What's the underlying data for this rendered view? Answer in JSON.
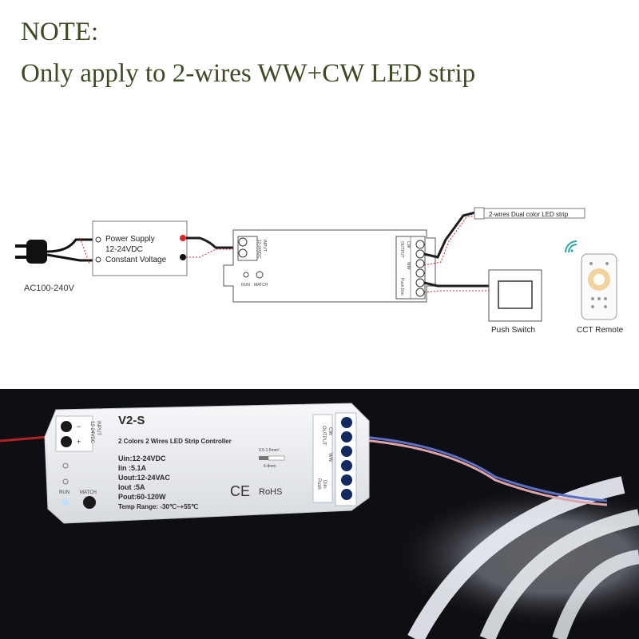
{
  "note": {
    "title": "NOTE:",
    "subtitle": "Only apply to 2-wires WW+CW LED strip"
  },
  "diagram": {
    "ac_label": "AC100-240V",
    "power_supply": [
      "Power Supply",
      "12-24VDC",
      "Constant Voltage"
    ],
    "controller_input_label": "INPUT",
    "controller_input_voltage": "12-24VDC",
    "controller_output_label": "OUTPUT",
    "controller_cw": "CW",
    "controller_ww": "WW",
    "controller_push_dim": "Push Dim",
    "controller_run": "RUN",
    "controller_match": "MATCH",
    "led_strip_label": "2-wires Dual color LED strip",
    "push_switch_label": "Push Switch",
    "remote_label": "CCT Remote"
  },
  "product": {
    "model": "V2-S",
    "description": "2 Colors 2 Wires LED Strip Controller",
    "specs": [
      "Uin:12-24VDC",
      "Iin :5.1A",
      "Uout:12-24VAC",
      "Iout :5A",
      "Pout:60-120W",
      "Temp Range: -30℃~+55℃"
    ],
    "input_label": "INPUT",
    "input_voltage": "12-24VDC",
    "minus": "−",
    "plus": "+",
    "output_label": "OUTPUT",
    "cw": "CW",
    "ww": "WW",
    "push": "Push",
    "dim": "Dim",
    "wire_gauge": "0.5-1.5mm²",
    "strip_len": "6-8mm",
    "ce": "CE",
    "rohs": "RoHS",
    "run": "RUN",
    "match": "MATCH"
  },
  "colors": {
    "note_text": "#3d4a24",
    "wire_red": "#d9262b",
    "wire_black": "#1e1e1e",
    "wifi_teal": "#2aa9a3",
    "photo_bg": "#0d0f14"
  }
}
